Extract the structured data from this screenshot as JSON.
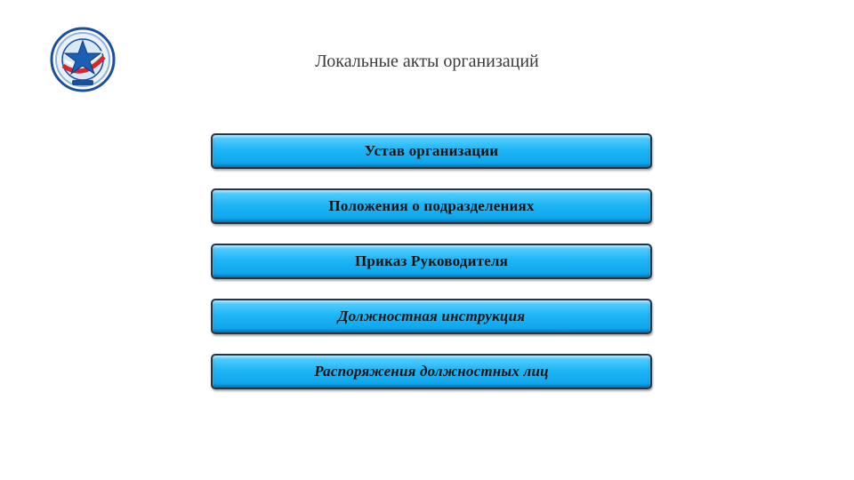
{
  "header": {
    "title": "Локальные акты организаций"
  },
  "logo": {
    "icon": "emblem-star-icon"
  },
  "items": [
    {
      "label": "Устав организации",
      "italic": false
    },
    {
      "label": "Положения о подразделениях",
      "italic": false
    },
    {
      "label": "Приказ Руководителя",
      "italic": false
    },
    {
      "label": "Должностная инструкция",
      "italic": true
    },
    {
      "label": "Распоряжения должностных лиц",
      "italic": true
    }
  ],
  "colors": {
    "box_fill": "#1fb6f6",
    "box_border": "#2a3440",
    "title_text": "#3a3a3a"
  }
}
